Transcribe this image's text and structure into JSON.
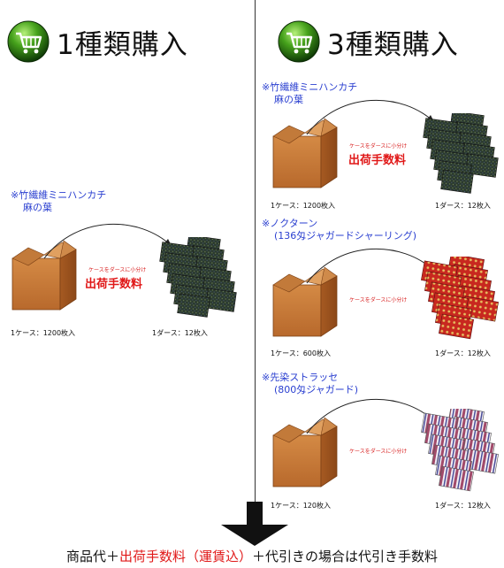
{
  "left": {
    "header": "1種類購入",
    "item": {
      "label_line1": "※竹繊維ミニハンカチ",
      "label_line2": "麻の葉",
      "split_note": "ケースをダースに小分け",
      "fee": "出荷手数料",
      "case_caption": "1ケース：1200枚入",
      "dozen_caption": "1ダース：12枚入"
    }
  },
  "right": {
    "header": "3種類購入",
    "items": [
      {
        "label_line1": "※竹繊維ミニハンカチ",
        "label_line2": "麻の葉",
        "split_note": "ケースをダースに小分け",
        "fee": "出荷手数料",
        "case_caption": "1ケース：1200枚入",
        "dozen_caption": "1ダース：12枚入"
      },
      {
        "label_line1": "※ノクターン",
        "label_line2": "(136匁ジャガードシャーリング)",
        "split_note": "ケースをダースに小分け",
        "case_caption": "1ケース：600枚入",
        "dozen_caption": "1ダース：12枚入"
      },
      {
        "label_line1": "※先染ストラッセ",
        "label_line2": "(800匁ジャガード)",
        "split_note": "ケースをダースに小分け",
        "case_caption": "1ケース：120枚入",
        "dozen_caption": "1ダース：12枚入"
      }
    ]
  },
  "formula": {
    "part1": "商品代＋",
    "part2": "出荷手数料（運賃込）",
    "part3": "＋代引きの場合は代引き手数料"
  },
  "colors": {
    "accent_red": "#e01818",
    "label_blue": "#2a3fd0",
    "cart_green": "#3f9a1a"
  }
}
